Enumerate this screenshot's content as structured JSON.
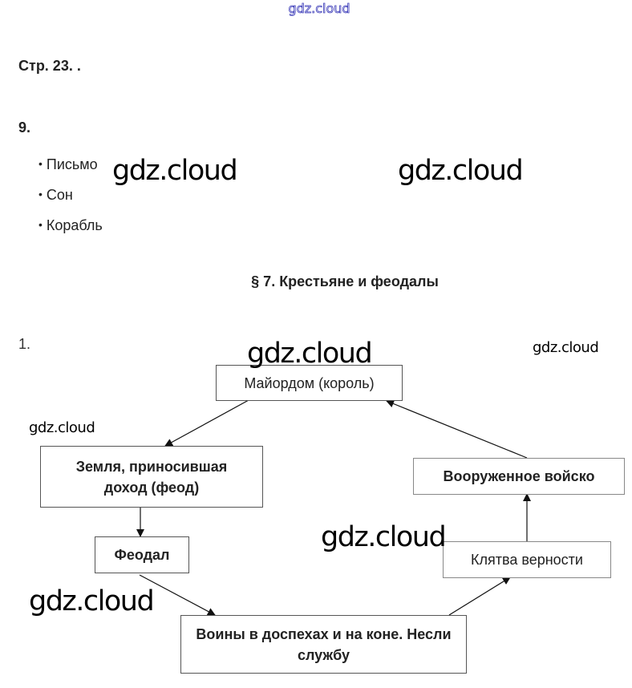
{
  "watermarks": {
    "top": "gdz.cloud",
    "items": [
      "gdz.cloud",
      "gdz.cloud",
      "gdz.cloud",
      "gdz.cloud",
      "gdz.cloud",
      "gdz.cloud",
      "gdz.cloud"
    ]
  },
  "page_ref": "Стр. 23. .",
  "task9": {
    "number": "9.",
    "bullet": "•",
    "items": [
      "Письмо",
      "Сон",
      "Корабль"
    ]
  },
  "section": {
    "title": "§ 7. Крестьяне и феодалы"
  },
  "task1": {
    "number": "1.",
    "diagram": {
      "nodes": {
        "mayordom": "Майордом (король)",
        "land": "Земля, приносившая доход (феод)",
        "feudal": "Феодал",
        "warriors": "Воины в доспехах и на коне. Несли службу",
        "oath": "Клятва верности",
        "army": "Вооруженное войско"
      },
      "edges": [
        {
          "from": "mayordom",
          "to": "land"
        },
        {
          "from": "land",
          "to": "feudal"
        },
        {
          "from": "feudal",
          "to": "warriors"
        },
        {
          "from": "warriors",
          "to": "oath"
        },
        {
          "from": "oath",
          "to": "army"
        },
        {
          "from": "army",
          "to": "mayordom"
        }
      ]
    }
  }
}
